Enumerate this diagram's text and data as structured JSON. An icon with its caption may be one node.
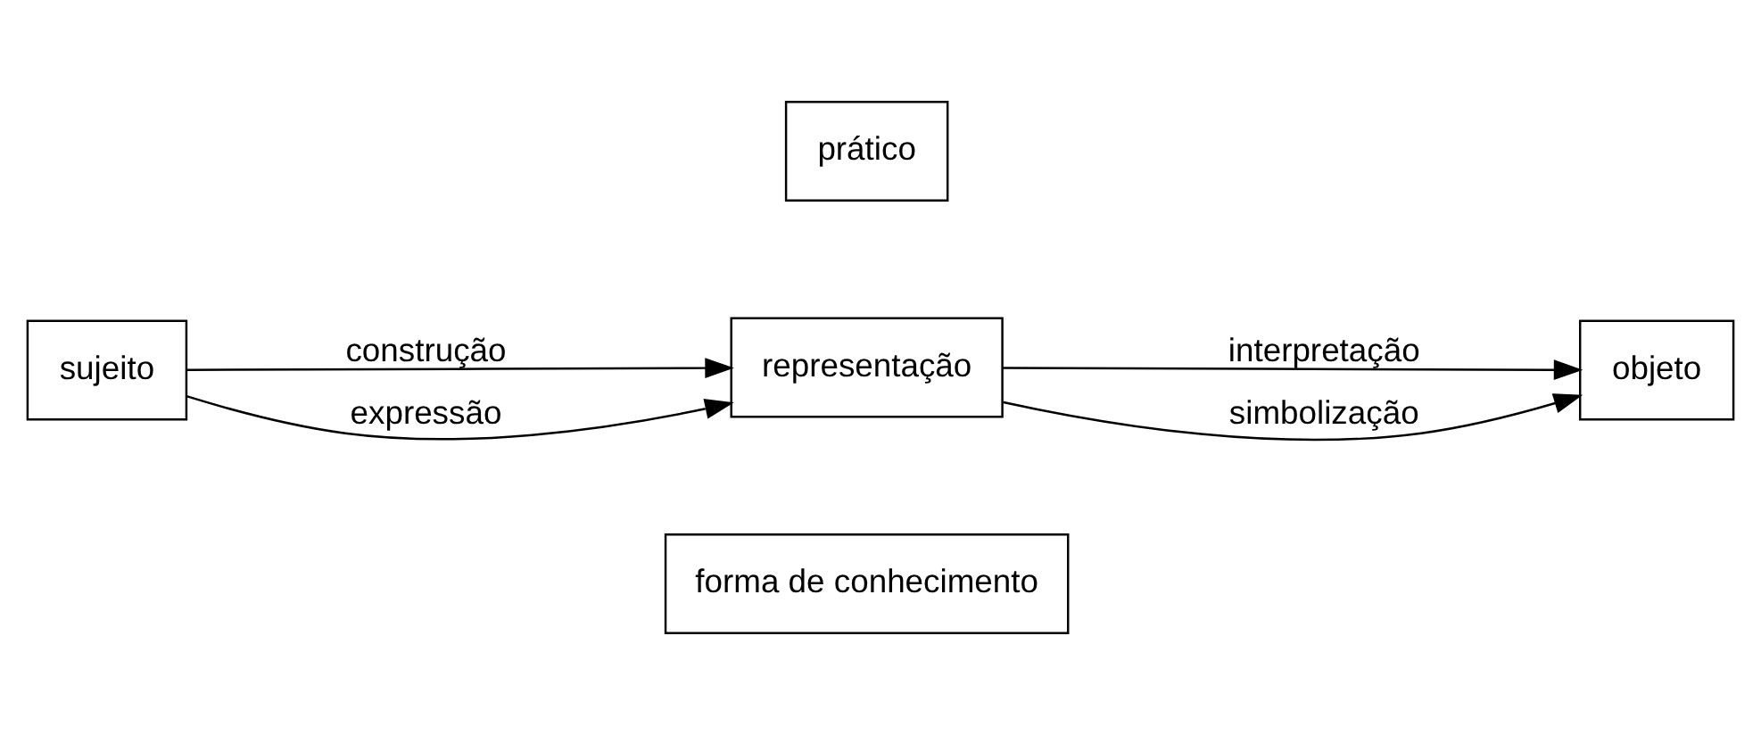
{
  "diagram": {
    "nodes": [
      {
        "text": [
          "forma de conhecimento"
        ]
      },
      {
        "text": [
          "sujeito"
        ]
      },
      {
        "text": [
          "representação"
        ]
      },
      {
        "text": [
          "objeto"
        ]
      },
      {
        "text": [
          "prático"
        ]
      }
    ],
    "edges": [
      {
        "from": 1,
        "to": 2,
        "arrow": "to",
        "label": "construção"
      },
      {
        "from": 1,
        "to": 2,
        "arrow": "to",
        "label": "expressão"
      },
      {
        "from": 2,
        "to": 3,
        "arrow": "to",
        "label": "interpretação"
      },
      {
        "from": 2,
        "to": 3,
        "arrow": "to",
        "label": "simbolização"
      }
    ]
  }
}
